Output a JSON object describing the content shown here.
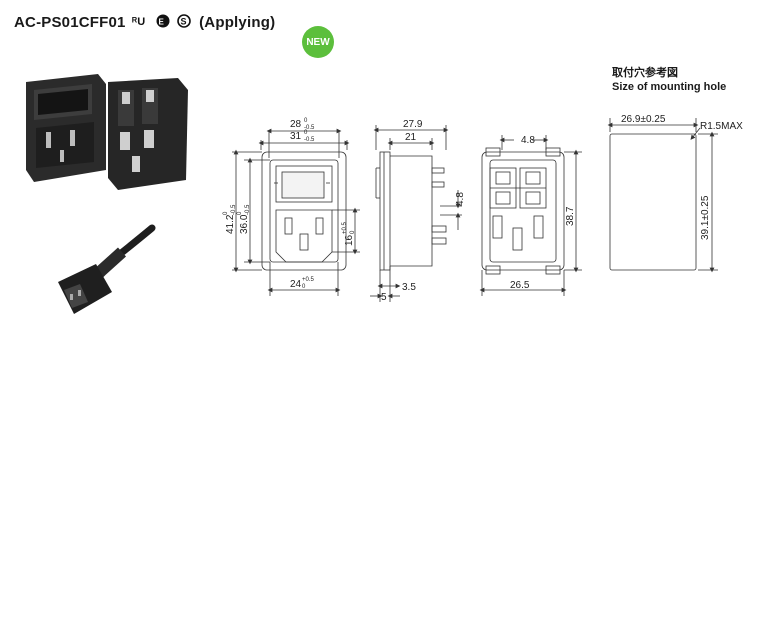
{
  "header": {
    "model": "AC-PS01CFF01",
    "status": "(Applying)",
    "cert_icons": [
      "ul-icon",
      "ce-icon",
      "s-mark-icon"
    ]
  },
  "badge": {
    "label": "NEW",
    "color": "#5cbf3c"
  },
  "front_view": {
    "dim_top_outer": "31",
    "dim_top_outer_tol_upper": "0",
    "dim_top_outer_tol_lower": "-0.5",
    "dim_top_inner": "28",
    "dim_top_inner_tol_upper": "0",
    "dim_top_inner_tol_lower": "-0.5",
    "dim_left_outer": "41.2",
    "dim_left_outer_tol_upper": "0",
    "dim_left_outer_tol_lower": "-0.5",
    "dim_left_inner": "36.0",
    "dim_left_inner_tol_upper": "0",
    "dim_left_inner_tol_lower": "-0.5",
    "dim_inlet_height": "16",
    "dim_inlet_height_tol_upper": "+0.5",
    "dim_inlet_height_tol_lower": "0",
    "dim_bottom": "24",
    "dim_bottom_tol_upper": "+0.5",
    "dim_bottom_tol_lower": "0"
  },
  "side_view": {
    "dim_top_outer": "27.9",
    "dim_top_inner": "21",
    "dim_right": "4.8",
    "dim_bottom_left": "5",
    "dim_bottom_right": "3.5"
  },
  "back_view": {
    "dim_top": "4.8",
    "dim_right": "38.7",
    "dim_bottom": "26.5"
  },
  "mounting": {
    "title_cn": "取付穴参考図",
    "title_en": "Size of mounting hole",
    "dim_width": "26.9±0.25",
    "dim_radius": "R1.5MAX",
    "dim_height": "39.1±0.25"
  }
}
